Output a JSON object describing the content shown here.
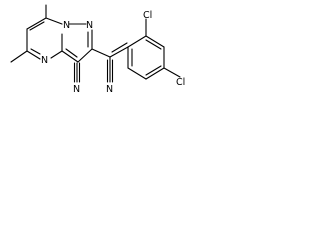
{
  "structure": {
    "atom_labels": {
      "n_ring_right": "N",
      "n_ring_mid": "N",
      "n_ring_left": "N",
      "cn_nitrile_1": "N",
      "cn_nitrile_2": "N",
      "cl_top": "Cl",
      "cl_right": "Cl"
    }
  }
}
